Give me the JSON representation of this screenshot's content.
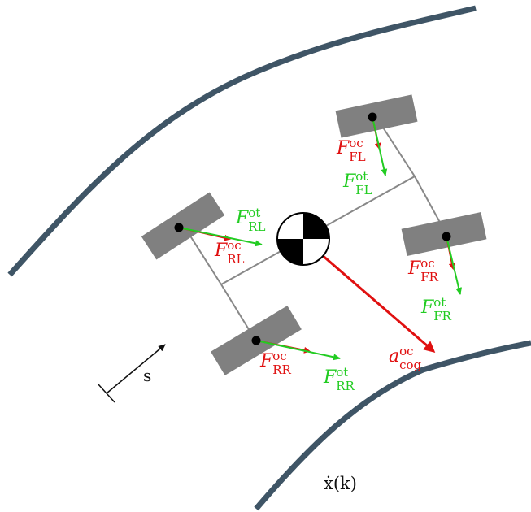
{
  "colors": {
    "road": "#3f5566",
    "wheel": "#808080",
    "axle": "#888888",
    "observed": "#e01010",
    "target": "#22cc22"
  },
  "labels": {
    "fl_oc": {
      "base": "F",
      "sup": "oc",
      "sub": "FL"
    },
    "fl_ot": {
      "base": "F",
      "sup": "ot",
      "sub": "FL"
    },
    "rl_ot": {
      "base": "F",
      "sup": "ot",
      "sub": "RL"
    },
    "rl_oc": {
      "base": "F",
      "sup": "oc",
      "sub": "RL"
    },
    "fr_oc": {
      "base": "F",
      "sup": "oc",
      "sub": "FR"
    },
    "fr_ot": {
      "base": "F",
      "sup": "ot",
      "sub": "FR"
    },
    "rr_oc": {
      "base": "F",
      "sup": "oc",
      "sub": "RR"
    },
    "rr_ot": {
      "base": "F",
      "sup": "ot",
      "sub": "RR"
    },
    "a_cog": {
      "base": "a",
      "sup": "oc",
      "sub": "cog"
    },
    "s": "s",
    "trajectory": "ẋ(k)"
  }
}
